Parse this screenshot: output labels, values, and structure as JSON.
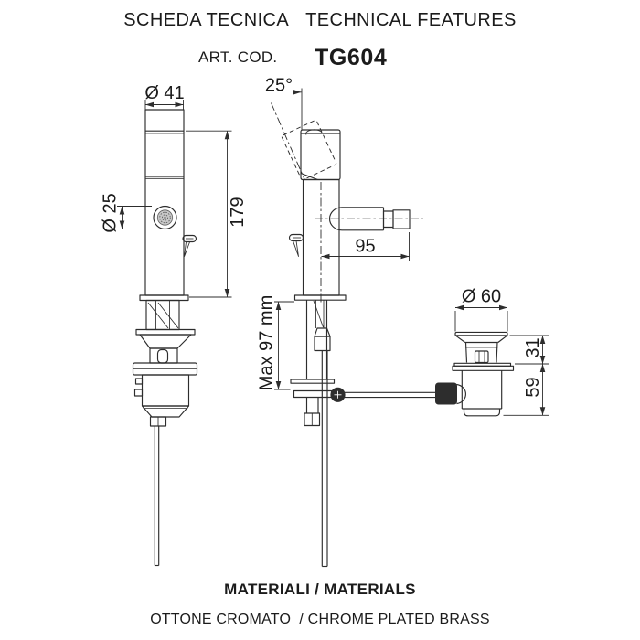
{
  "header": {
    "title_it": "SCHEDA TECNICA",
    "title_en": "TECHNICAL FEATURES",
    "art_cod_label": "ART. COD.",
    "art_code": "TG604"
  },
  "annotations": {
    "side_view": {
      "top_diameter": "Ø 41",
      "aerator_diameter": "Ø 25",
      "body_height": "179"
    },
    "front_view": {
      "handle_angle": "25°",
      "spout_reach": "95",
      "max_mounting_thickness": "Max 97 mm"
    },
    "drain_view": {
      "cap_diameter": "Ø 60",
      "cap_height": "31",
      "body_height": "59"
    }
  },
  "footer": {
    "materials_title": "MATERIALI / MATERIALS",
    "materials_value": "OTTONE CROMATO  / CHROME PLATED BRASS"
  },
  "colors": {
    "background": "#ffffff",
    "line": "#2d2d2d",
    "text": "#1b1b1b"
  }
}
